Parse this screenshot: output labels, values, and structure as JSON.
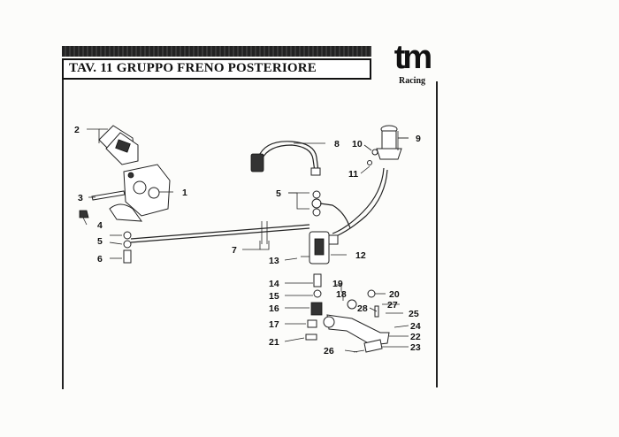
{
  "header": {
    "title": "TAV. 11 GRUPPO FRENO POSTERIORE",
    "logo_text": "tm",
    "logo_subtext": "Racing"
  },
  "callouts": [
    "1",
    "2",
    "3",
    "4",
    "5",
    "6",
    "7",
    "8",
    "9",
    "10",
    "11",
    "5",
    "12",
    "13",
    "14",
    "15",
    "16",
    "17",
    "18",
    "19",
    "20",
    "21",
    "22",
    "23",
    "24",
    "25",
    "26",
    "27",
    "28"
  ]
}
